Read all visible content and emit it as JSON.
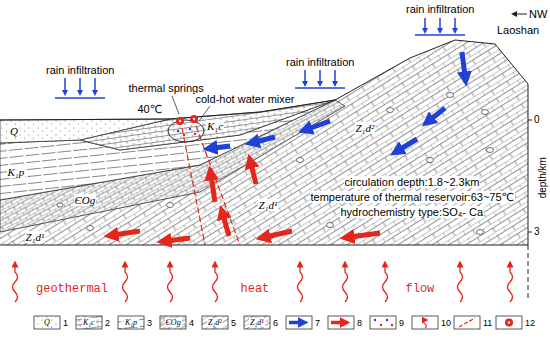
{
  "diagram": {
    "labels": [
      "NW",
      "Laoshan",
      "rain infiltration",
      "rain infiltration",
      "rain infiltration",
      "thermal springs",
      "cold-hot water mixer",
      "40℃",
      "Q",
      "K₁c",
      "K₁p",
      "ЄOg",
      "Z₁d²",
      "Z₁d¹",
      "Z₁d¹",
      "0",
      "3",
      "depth/km",
      "circulation depth:1.8~2.3km",
      "temperature of thermal reservoir:63~75℃",
      "hydrochemistry type:SO₄- Ca",
      "geothermal",
      "heat",
      "flow",
      "Q",
      "K₁c",
      "K₁p",
      "ЄOg",
      "Z₁d²",
      "Z₁d¹"
    ],
    "legend": [
      {
        "text": "1"
      },
      {
        "text": "2"
      },
      {
        "text": "3"
      },
      {
        "text": "4"
      },
      {
        "text": "5"
      },
      {
        "text": "6"
      },
      {
        "text": "7"
      },
      {
        "text": "8"
      },
      {
        "text": "9"
      },
      {
        "text": "10"
      },
      {
        "text": "11"
      },
      {
        "text": "12"
      }
    ]
  }
}
